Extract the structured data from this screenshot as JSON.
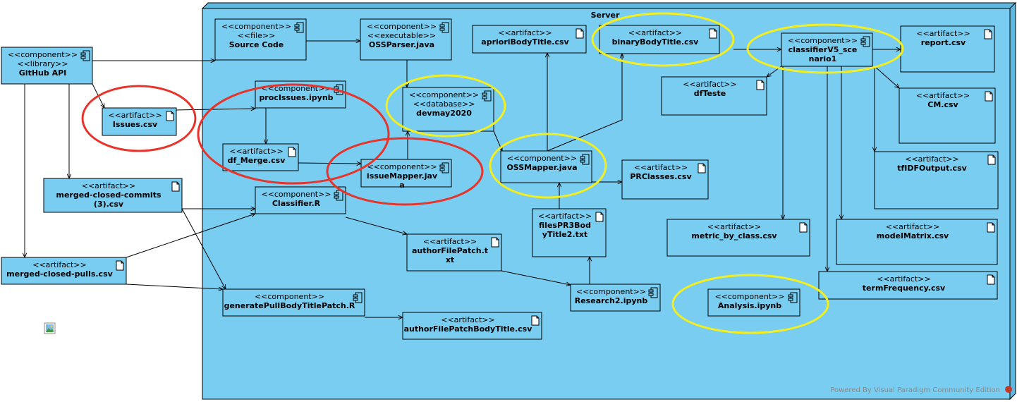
{
  "server": {
    "label": "Server"
  },
  "footer": "Powered By Visual Paradigm Community Edition",
  "colors": {
    "node_fill": "#78cdf1",
    "server_fill": "#78cdf1",
    "red_highlight": "#e8332a",
    "yellow_highlight": "#f2ee20"
  },
  "nodes": {
    "github_api": {
      "stereotypes": [
        "<<component>>",
        "<<library>>"
      ],
      "name": [
        "GitHub API"
      ],
      "kind": "component"
    },
    "issues_csv": {
      "stereotypes": [
        "<<artifact>>"
      ],
      "name": [
        "Issues.csv"
      ],
      "kind": "artifact"
    },
    "merged_closed_commits": {
      "stereotypes": [
        "<<artifact>>"
      ],
      "name": [
        "merged-closed-commits",
        "(3).csv"
      ],
      "kind": "artifact"
    },
    "merged_closed_pulls": {
      "stereotypes": [
        "<<artifact>>"
      ],
      "name": [
        "merged-closed-pulls.csv"
      ],
      "kind": "artifact"
    },
    "source_code": {
      "stereotypes": [
        "<<component>>",
        "<<file>>"
      ],
      "name": [
        "Source Code"
      ],
      "kind": "component"
    },
    "oss_parser": {
      "stereotypes": [
        "<<component>>",
        "<<executable>>"
      ],
      "name": [
        "OSSParser.java"
      ],
      "kind": "component"
    },
    "proc_issues": {
      "stereotypes": [
        "<<component>>"
      ],
      "name": [
        "procIssues.ipynb"
      ],
      "kind": "component"
    },
    "devmay2020": {
      "stereotypes": [
        "<<component>>",
        "<<database>>"
      ],
      "name": [
        "devmay2020"
      ],
      "kind": "component"
    },
    "df_merge": {
      "stereotypes": [
        "<<artifact>>"
      ],
      "name": [
        "df_Merge.csv"
      ],
      "kind": "artifact"
    },
    "issue_mapper": {
      "stereotypes": [
        "<<component>>"
      ],
      "name": [
        "issueMapper.jav",
        "a"
      ],
      "kind": "component"
    },
    "classifier_r": {
      "stereotypes": [
        "<<component>>"
      ],
      "name": [
        "Classifier.R"
      ],
      "kind": "component"
    },
    "generate_pull": {
      "stereotypes": [
        "<<component>>"
      ],
      "name": [
        "generatePullBodyTitlePatch.R"
      ],
      "kind": "component"
    },
    "author_file_patch": {
      "stereotypes": [
        "<<artifact>>"
      ],
      "name": [
        "authorFilePatch.t",
        "xt"
      ],
      "kind": "artifact"
    },
    "author_file_patch_body": {
      "stereotypes": [
        "<<artifact>>"
      ],
      "name": [
        "authorFilePatchBodyTitle.csv"
      ],
      "kind": "artifact"
    },
    "apriori": {
      "stereotypes": [
        "<<artifact>>"
      ],
      "name": [
        "aprioriBodyTitle.csv"
      ],
      "kind": "artifact"
    },
    "binary_body": {
      "stereotypes": [
        "<<artifact>>"
      ],
      "name": [
        "binaryBodyTitle.csv"
      ],
      "kind": "artifact"
    },
    "oss_mapper": {
      "stereotypes": [
        "<<component>>"
      ],
      "name": [
        "OSSMapper.java"
      ],
      "kind": "component"
    },
    "pr_classes": {
      "stereotypes": [
        "<<artifact>>"
      ],
      "name": [
        "PRClasses.csv"
      ],
      "kind": "artifact"
    },
    "files_pr3": {
      "stereotypes": [
        "<<artifact>>"
      ],
      "name": [
        "filesPR3Bod",
        "yTitle2.txt"
      ],
      "kind": "artifact"
    },
    "research2": {
      "stereotypes": [
        "<<component>>"
      ],
      "name": [
        "Research2.ipynb"
      ],
      "kind": "component"
    },
    "classifier_v5": {
      "stereotypes": [
        "<<component>>"
      ],
      "name": [
        "classifierV5_sce",
        "nario1"
      ],
      "kind": "component"
    },
    "df_teste": {
      "stereotypes": [
        "<<artifact>>"
      ],
      "name": [
        "dfTeste"
      ],
      "kind": "artifact"
    },
    "report": {
      "stereotypes": [
        "<<artifact>>"
      ],
      "name": [
        "report.csv"
      ],
      "kind": "artifact"
    },
    "cm": {
      "stereotypes": [
        "<<artifact>>"
      ],
      "name": [
        "CM.csv"
      ],
      "kind": "artifact"
    },
    "tfidf": {
      "stereotypes": [
        "<<artifact>>"
      ],
      "name": [
        "tfIDFOutput.csv"
      ],
      "kind": "artifact"
    },
    "metric_by_class": {
      "stereotypes": [
        "<<artifact>>"
      ],
      "name": [
        "metric_by_class.csv"
      ],
      "kind": "artifact"
    },
    "model_matrix": {
      "stereotypes": [
        "<<artifact>>"
      ],
      "name": [
        "modelMatrix.csv"
      ],
      "kind": "artifact"
    },
    "term_frequency": {
      "stereotypes": [
        "<<artifact>>"
      ],
      "name": [
        "termFrequency.csv"
      ],
      "kind": "artifact"
    },
    "analysis": {
      "stereotypes": [
        "<<component>>"
      ],
      "name": [
        "Analysis.ipynb"
      ],
      "kind": "component"
    }
  },
  "edges": [
    [
      "github_api",
      "source_code"
    ],
    [
      "github_api",
      "issues_csv"
    ],
    [
      "github_api",
      "merged_closed_commits"
    ],
    [
      "github_api",
      "merged_closed_pulls"
    ],
    [
      "source_code",
      "oss_parser"
    ],
    [
      "oss_parser",
      "devmay2020"
    ],
    [
      "issues_csv",
      "proc_issues"
    ],
    [
      "proc_issues",
      "df_merge"
    ],
    [
      "df_merge",
      "issue_mapper"
    ],
    [
      "issue_mapper",
      "devmay2020"
    ],
    [
      "merged_closed_commits",
      "classifier_r"
    ],
    [
      "merged_closed_commits",
      "generate_pull"
    ],
    [
      "merged_closed_pulls",
      "classifier_r"
    ],
    [
      "merged_closed_pulls",
      "generate_pull"
    ],
    [
      "classifier_r",
      "author_file_patch"
    ],
    [
      "generate_pull",
      "author_file_patch_body"
    ],
    [
      "author_file_patch",
      "research2"
    ],
    [
      "research2",
      "files_pr3"
    ],
    [
      "files_pr3",
      "oss_mapper"
    ],
    [
      "devmay2020",
      "oss_mapper"
    ],
    [
      "oss_mapper",
      "pr_classes"
    ],
    [
      "oss_mapper",
      "apriori"
    ],
    [
      "oss_mapper",
      "binary_body"
    ],
    [
      "binary_body",
      "classifier_v5"
    ],
    [
      "classifier_v5",
      "df_teste"
    ],
    [
      "classifier_v5",
      "report"
    ],
    [
      "classifier_v5",
      "cm"
    ],
    [
      "classifier_v5",
      "tfidf"
    ],
    [
      "classifier_v5",
      "metric_by_class"
    ],
    [
      "classifier_v5",
      "model_matrix"
    ],
    [
      "classifier_v5",
      "term_frequency"
    ]
  ],
  "highlights": {
    "red": [
      "issues_csv",
      "proc_issues_group",
      "issue_mapper"
    ],
    "yellow": [
      "devmay2020",
      "oss_mapper",
      "binary_body",
      "classifier_v5",
      "analysis"
    ]
  }
}
